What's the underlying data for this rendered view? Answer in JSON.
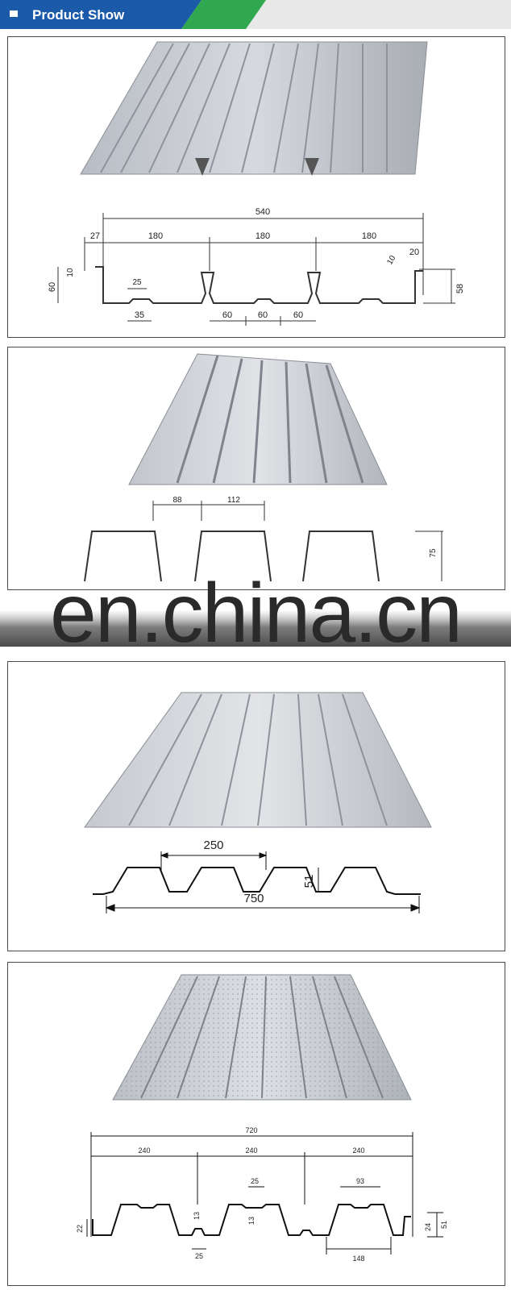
{
  "header": {
    "title": "Product Show",
    "icon": "square-bullet-icon",
    "colors": {
      "blue": "#1a5aa8",
      "green": "#2fa84f"
    }
  },
  "panels": [
    {
      "name": "deck-profile-540",
      "dims": {
        "total": "540",
        "lip": "27",
        "span1": "180",
        "span2": "180",
        "span3": "180",
        "right_lip": "20",
        "lip_h_left": "10",
        "lip_h_right": "10",
        "height": "60",
        "rib_top": "25",
        "rib_bottom": "35",
        "emb1": "60",
        "emb2": "60",
        "emb3": "60",
        "right_height": "58"
      }
    },
    {
      "name": "deck-profile-trapezoid-75",
      "dims": {
        "top": "88",
        "pitch": "112",
        "height": "75"
      }
    },
    {
      "name": "deck-profile-750",
      "dims": {
        "pitch": "250",
        "height": "51",
        "total": "750"
      }
    },
    {
      "name": "deck-profile-720",
      "dims": {
        "total": "720",
        "span1": "240",
        "span2": "240",
        "span3": "240",
        "rib_w": "25",
        "rib_top": "93",
        "notch1": "13",
        "notch2": "13",
        "bottom_rib": "25",
        "bottom_span": "148",
        "left_h": "22",
        "right_h1": "24",
        "right_h2": "51"
      }
    }
  ],
  "watermark": {
    "text": "en.china.cn"
  }
}
